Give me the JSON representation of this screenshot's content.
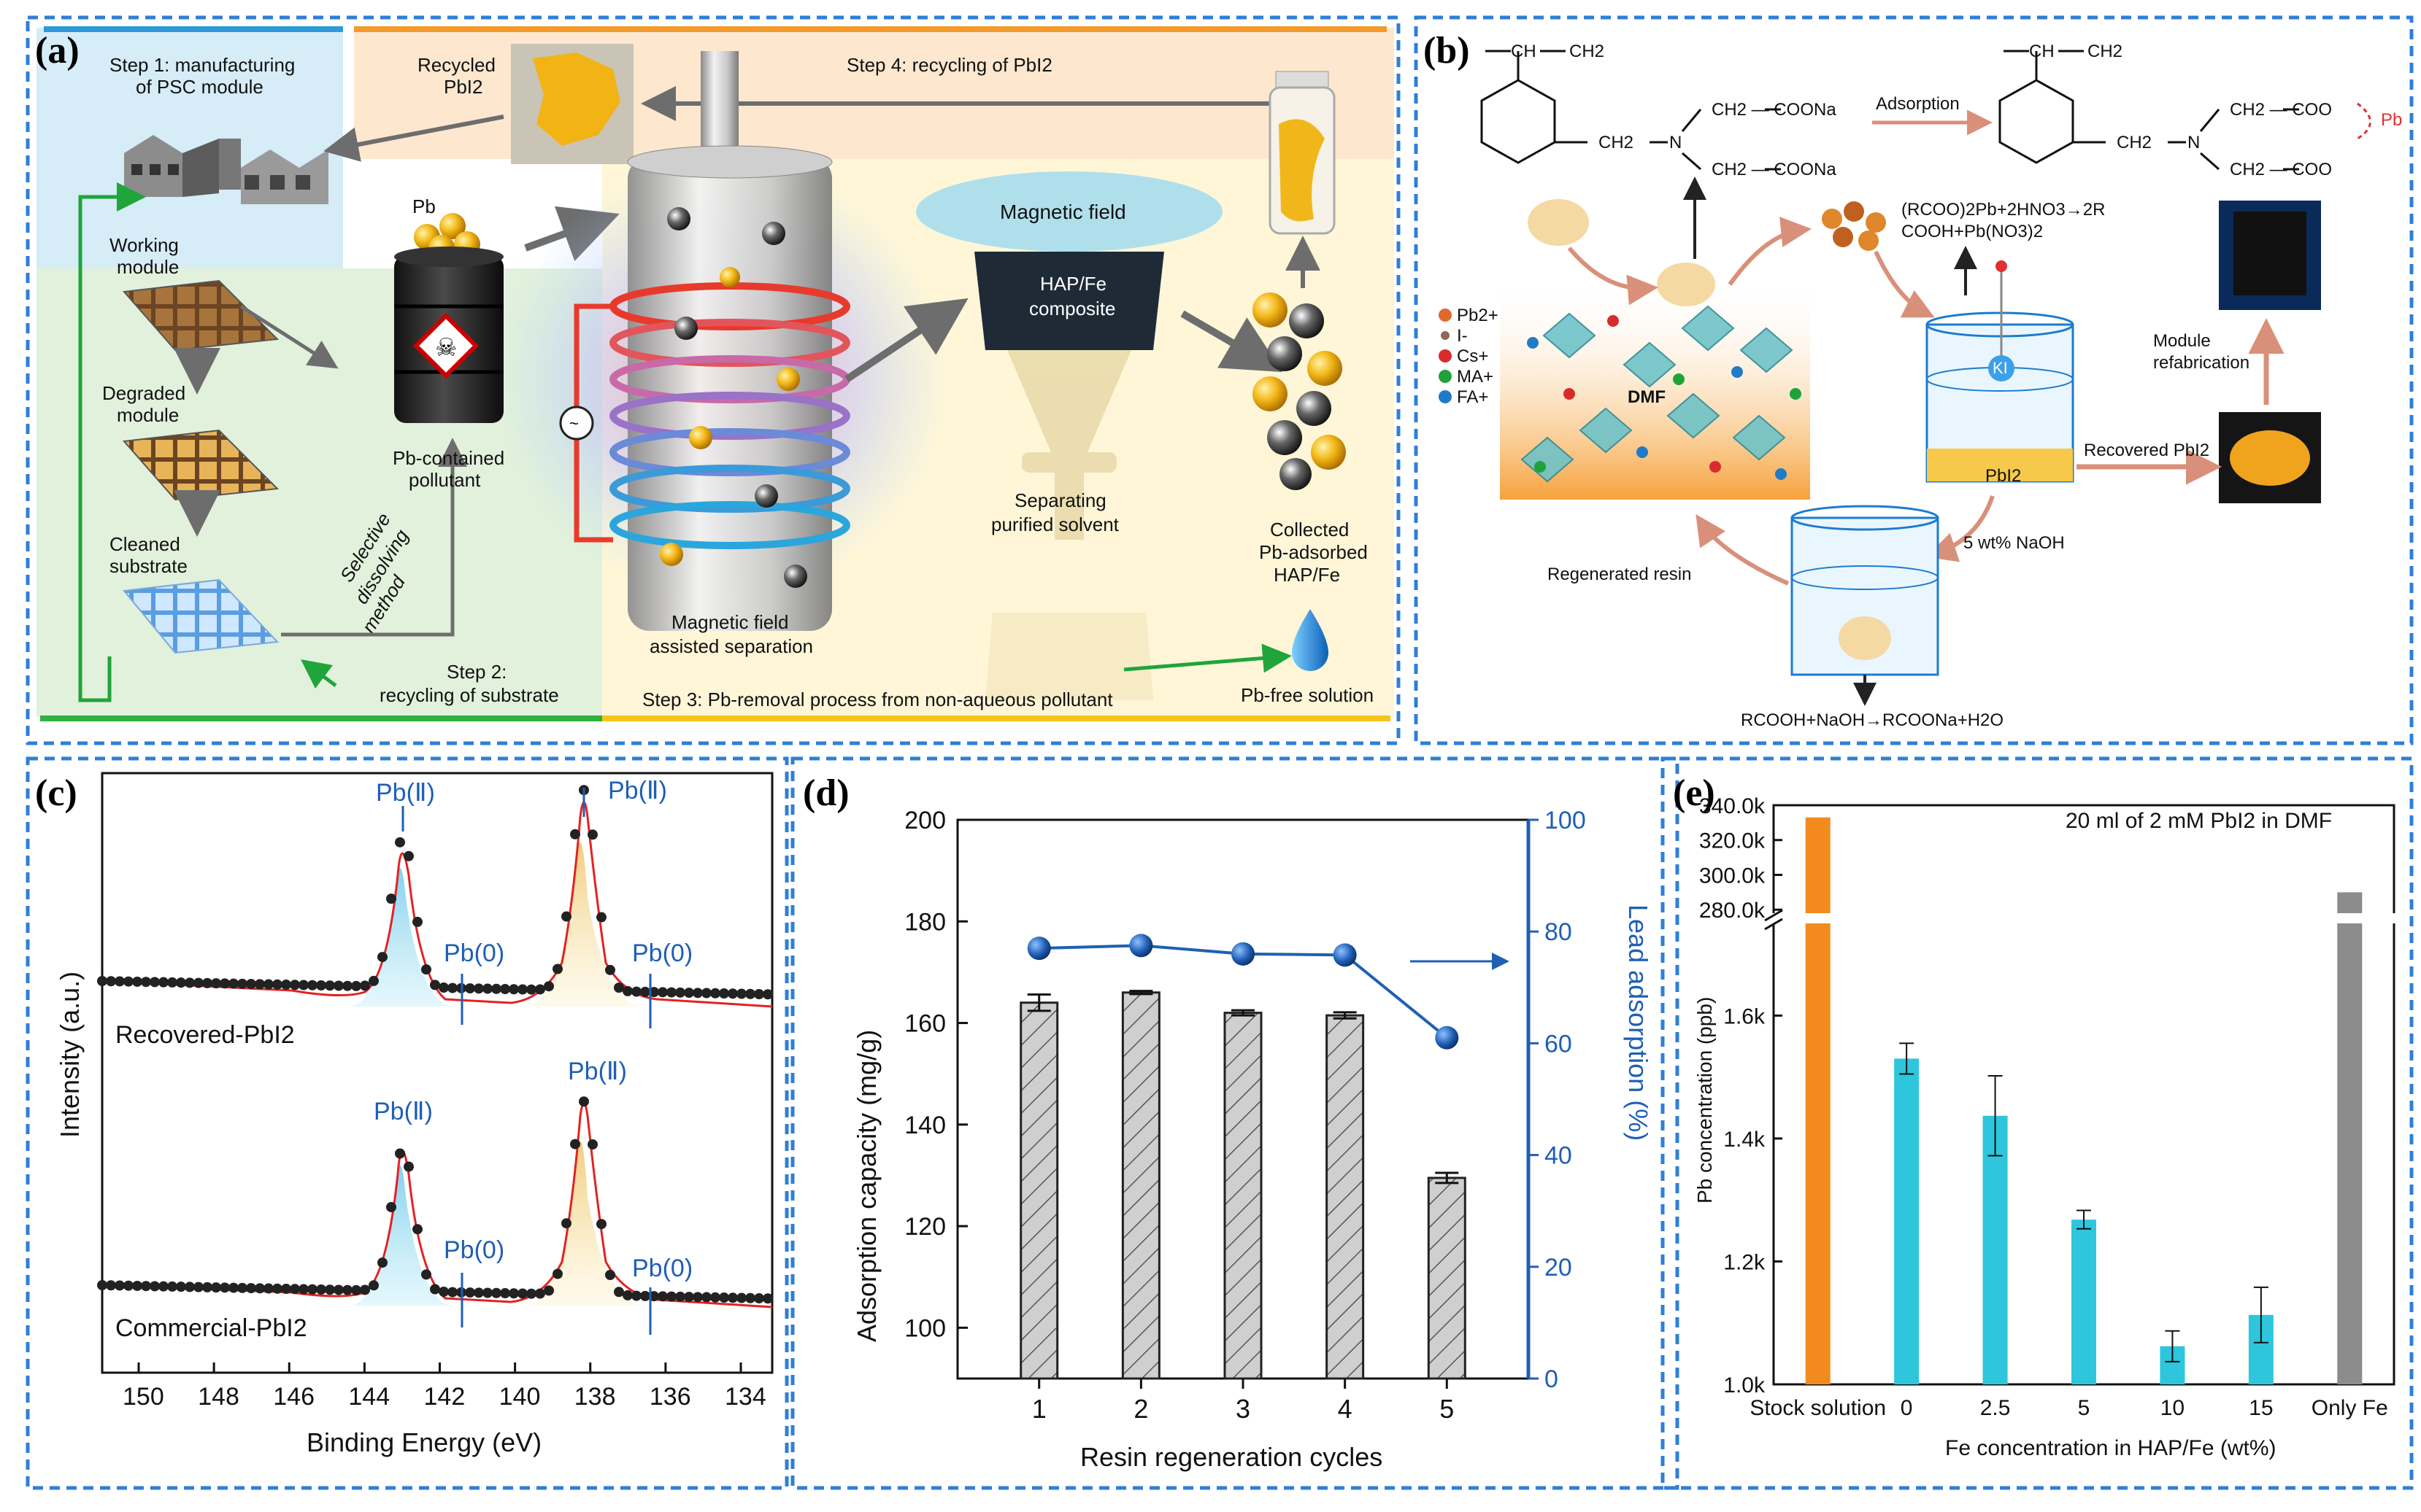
{
  "panel_labels": {
    "a": "(a)",
    "b": "(b)",
    "c": "(c)",
    "d": "(d)",
    "e": "(e)"
  },
  "panel_a": {
    "step1": "Step 1: manufacturing",
    "step1_b": "of PSC module",
    "recycled": "Recycled",
    "recycled_b": "PbI2",
    "step4": "Step 4: recycling of PbI2",
    "pb": "Pb",
    "working": "Working",
    "working_b": "module",
    "degraded": "Degraded",
    "degraded_b": "module",
    "cleaned": "Cleaned",
    "cleaned_b": "substrate",
    "pollutant": "Pb-contained",
    "pollutant_b": "pollutant",
    "selective": "Selective",
    "selective_b": "dissolving",
    "selective_c": "method",
    "step2": "Step 2:",
    "step2_b": "recycling of substrate",
    "magnetic_field": "Magnetic field",
    "hap_fe": "HAP/Fe",
    "hap_fe_b": "composite",
    "separating": "Separating",
    "separating_b": "purified solvent",
    "assisted": "Magnetic field",
    "assisted_b": "assisted separation",
    "collected": "Collected",
    "collected_b": "Pb-adsorbed",
    "collected_c": "HAP/Fe",
    "step3": "Step 3: Pb-removal process from non-aqueous pollutant",
    "pb_free": "Pb-free solution"
  },
  "panel_b": {
    "ch_top": "CH",
    "ch2_top": "CH2",
    "ch2_n": "CH2",
    "n": "N",
    "coona_1": "CH2 — COONa",
    "coona_2": "CH2 — COONa",
    "adsorption": "Adsorption",
    "coo_1": "CH2 — COO",
    "coo_2": "CH2 — COO",
    "pb": "Pb",
    "legend": [
      "Pb2+",
      "I-",
      "Cs+",
      "MA+",
      "FA+"
    ],
    "dmf": "DMF",
    "reaction_1": "(RCOO)2Pb+2HNO3→2R",
    "reaction_1b": "COOH+Pb(NO3)2",
    "ki": "KI",
    "pbi2": "PbI2",
    "module_refab": "Module",
    "module_refab_b": "refabrication",
    "recovered": "Recovered PbI2",
    "naoh": "5 wt% NaOH",
    "regenerated": "Regenerated resin",
    "reaction_2": "RCOOH+NaOH→RCOONa+H2O"
  },
  "panel_c": {
    "xlabel": "Binding Energy (eV)",
    "ylabel": "Intensity (a.u.)",
    "xticks": [
      "150",
      "148",
      "146",
      "144",
      "142",
      "140",
      "138",
      "136",
      "134"
    ],
    "label_top": "Recovered-PbI2",
    "label_bottom": "Commercial-PbI2",
    "pb2": "Pb(Ⅱ)",
    "pb0": "Pb(0)"
  },
  "panel_e": {
    "title": "20 ml of 2 mM PbI2 in DMF",
    "xlabel": "Fe concentration in HAP/Fe (wt%)",
    "ylabel": "Pb concentration (ppb)",
    "upper_ticks": [
      "340.0k",
      "320.0k",
      "300.0k",
      "280.0k"
    ],
    "lower_ticks": [
      "1.6k",
      "1.4k",
      "1.2k",
      "1.0k"
    ]
  },
  "chart_data": [
    {
      "type": "bar",
      "panel": "d",
      "categories": [
        "1",
        "2",
        "3",
        "4",
        "5"
      ],
      "xlabel": "Resin regeneration cycles",
      "ylabel": "Adsorption capacity (mg/g)",
      "ylabel_right": "Lead adsorption (%)",
      "ylim": [
        90,
        200
      ],
      "yticks": [
        "100",
        "120",
        "140",
        "160",
        "180",
        "200"
      ],
      "ylim_right": [
        0,
        100
      ],
      "yticks_right": [
        "0",
        "20",
        "40",
        "60",
        "80",
        "100"
      ],
      "series": [
        {
          "values": [
            164,
            166,
            162,
            161.5,
            129.5
          ],
          "errors": [
            1.6,
            0.3,
            0.5,
            0.6,
            1.0
          ],
          "color": "#cfcfcf",
          "hatch": true
        },
        {
          "type": "line",
          "axis": "right",
          "values": [
            77,
            77.5,
            76,
            75.8,
            61
          ],
          "color": "#1f5fb5"
        }
      ]
    },
    {
      "type": "bar",
      "panel": "e",
      "categories": [
        "Stock solution",
        "0",
        "2.5",
        "5",
        "10",
        "15",
        "Only Fe"
      ],
      "values": [
        333000,
        1530,
        1437,
        1268,
        1062,
        1113,
        290000
      ],
      "errors": [
        0,
        25,
        65,
        15,
        25,
        45,
        0
      ],
      "colors": [
        "#f28a1e",
        "#2ec6dc",
        "#2ec6dc",
        "#2ec6dc",
        "#2ec6dc",
        "#2ec6dc",
        "#8c8c8c"
      ],
      "ylim_lower": [
        1000,
        1750
      ],
      "ylim_upper": [
        278000,
        340000
      ]
    }
  ]
}
